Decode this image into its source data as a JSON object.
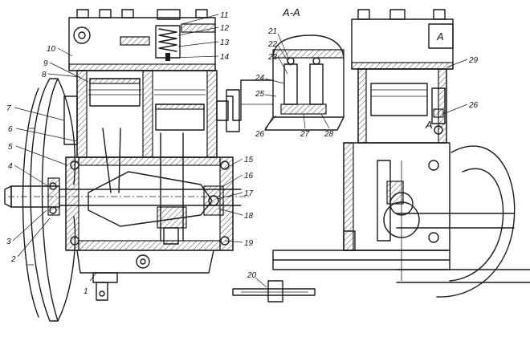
{
  "section_title": "А-А",
  "section_marks": [
    "А",
    "А"
  ],
  "callouts": [
    "1",
    "2",
    "3",
    "4",
    "5",
    "6",
    "7",
    "8",
    "9",
    "10",
    "11",
    "12",
    "13",
    "14",
    "15",
    "16",
    "17",
    "18",
    "19",
    "20",
    "21",
    "22",
    "23",
    "24",
    "25",
    "26",
    "26",
    "27",
    "28",
    "29"
  ]
}
